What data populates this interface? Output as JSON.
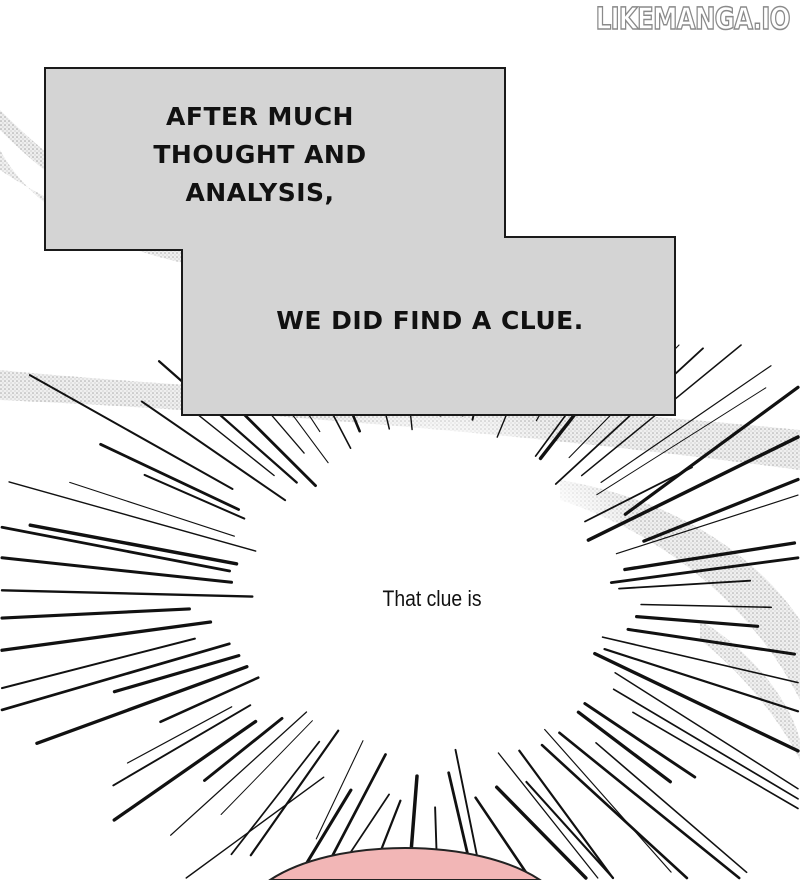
{
  "watermark": "LIKEMANGA.IO",
  "captions": {
    "first": "AFTER MUCH THOUGHT AND ANALYSIS,",
    "second": "WE DID FIND A CLUE."
  },
  "speech": {
    "text": "That clue is"
  },
  "colors": {
    "caption_fill": "#d4d4d4",
    "caption_border": "#1a1a1a",
    "pink_shape": "#f2b6b6",
    "texture_gray": "#cccccc"
  }
}
